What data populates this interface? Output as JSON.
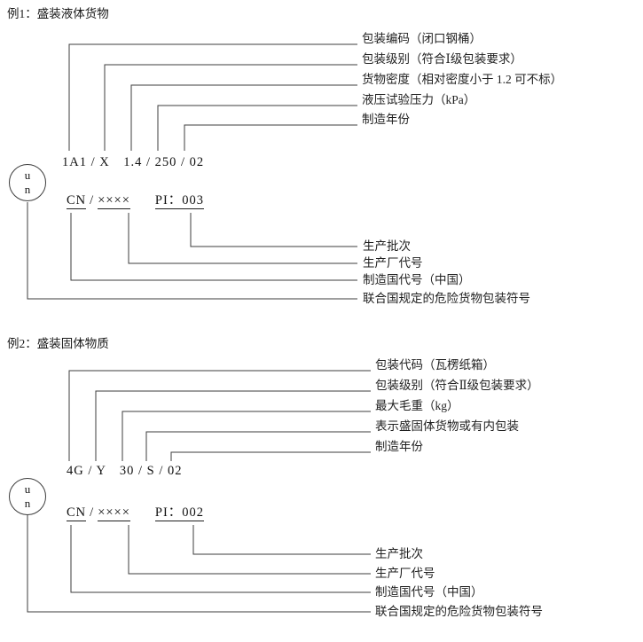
{
  "un_symbol": {
    "line1": "u",
    "line2": "n"
  },
  "example1": {
    "title": "例1：盛装液体货物",
    "top_labels": [
      "包装编码（闭口钢桶）",
      "包装级别（符合Ⅰ级包装要求）",
      "货物密度（相对密度小于 1.2 可不标）",
      "液压试验压力（kPa）",
      "制造年份"
    ],
    "code": "1A1 / X　1.4 / 250 / 02",
    "registration": {
      "country": "CN",
      "slash": "/",
      "factory": "××××",
      "pi": "PI：003"
    },
    "bottom_labels": [
      "生产批次",
      "生产厂代号",
      "制造国代号（中国）",
      "联合国规定的危险货物包装符号"
    ]
  },
  "example2": {
    "title": "例2：盛装固体物质",
    "top_labels": [
      "包装代码（瓦楞纸箱）",
      "包装级别（符合Ⅱ级包装要求）",
      "最大毛重（kg）",
      "表示盛固体货物或有内包装",
      "制造年份"
    ],
    "code": "4G / Y　30 / S / 02",
    "registration": {
      "country": "CN",
      "slash": "/",
      "factory": "××××",
      "pi": "PI：002"
    },
    "bottom_labels": [
      "生产批次",
      "生产厂代号",
      "制造国代号（中国）",
      "联合国规定的危险货物包装符号"
    ]
  }
}
